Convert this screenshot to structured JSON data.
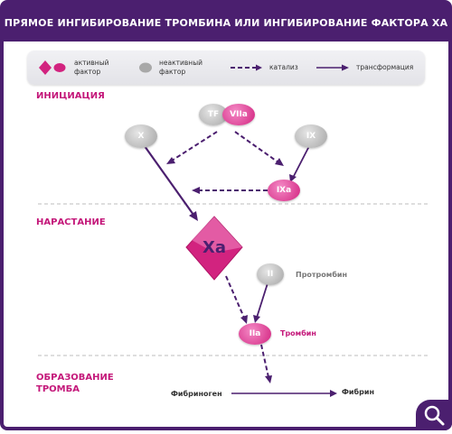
{
  "header": {
    "title": "ПРЯМОЕ ИНГИБИРОВАНИЕ ТРОМБИНА ИЛИ ИНГИБИРОВАНИЕ ФАКТОРА ХА"
  },
  "legend": {
    "active_line1": "активный",
    "active_line2": "фактор",
    "inactive_line1": "неактивный",
    "inactive_line2": "фактор",
    "catalysis": "катализ",
    "transformation": "трансформация"
  },
  "sections": {
    "initiation": "ИНИЦИАЦИЯ",
    "propagation": "НАРАСТАНИЕ",
    "clot_line1": "ОБРАЗОВАНИЕ",
    "clot_line2": "ТРОМБА"
  },
  "factors": {
    "tf": "TF",
    "viia": "VIIa",
    "x": "X",
    "ix": "IX",
    "ixa": "IXa",
    "xa": "Xa",
    "ii": "II",
    "iia": "IIa"
  },
  "labels": {
    "prothrombin": "Протромбин",
    "thrombin": "Тромбин",
    "fibrinogen": "Фибриноген",
    "fibrin": "Фибрин"
  },
  "icons": {
    "zoom": "magnifier-icon"
  },
  "colors": {
    "header": "#4b1f6f",
    "active": "#d2237f",
    "inactive": "#a5a5a5",
    "arrow": "#4b1f6f",
    "section": "#c4187a"
  }
}
